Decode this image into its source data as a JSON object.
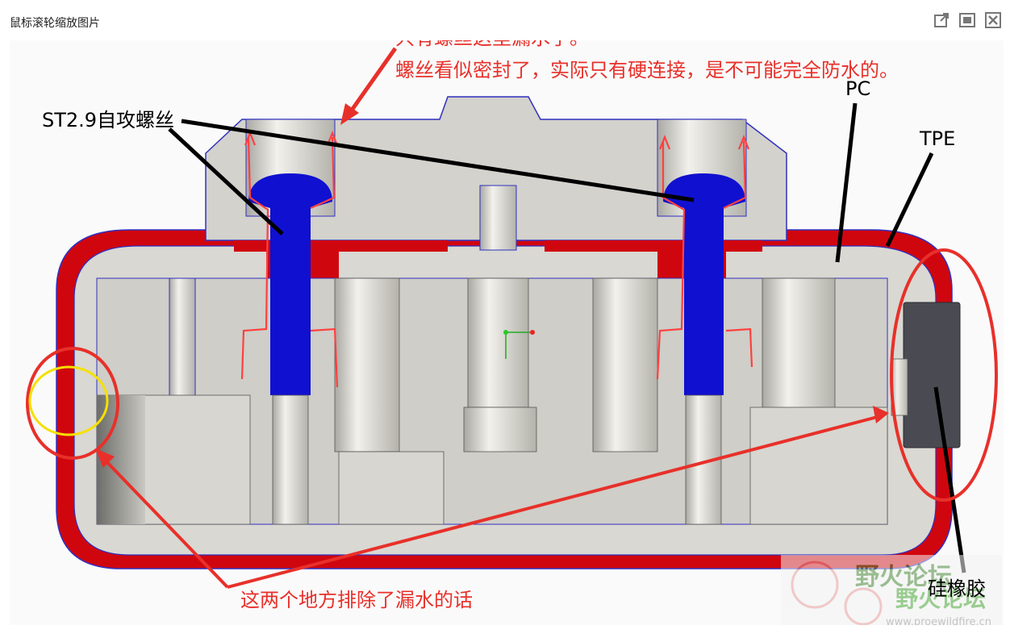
{
  "viewer": {
    "title": "鼠标滚轮缩放图片",
    "tools": {
      "open": "open-external-icon",
      "fit": "fit-window-icon",
      "close": "close-icon"
    }
  },
  "annotations": {
    "top_line1": "只有螺丝这里漏水了。",
    "top_line2": "螺丝看似密封了，实际只有硬连接，是不可能完全防水的。",
    "screw": "ST2.9自攻螺丝",
    "pc": "PC",
    "tpe": "TPE",
    "silicone": "硅橡胶",
    "bottom": "这两个地方排除了漏水的话"
  },
  "watermark": {
    "text1": "野火论坛",
    "text2": "野火论坛",
    "url": "www.proewildfire.cn"
  },
  "colors": {
    "tpe_red": "#d0060f",
    "screw_blue": "#1010d0",
    "annot_red": "#e8302a",
    "body_gray": "#d9d8d2",
    "seal_dark": "#4a4b52"
  }
}
